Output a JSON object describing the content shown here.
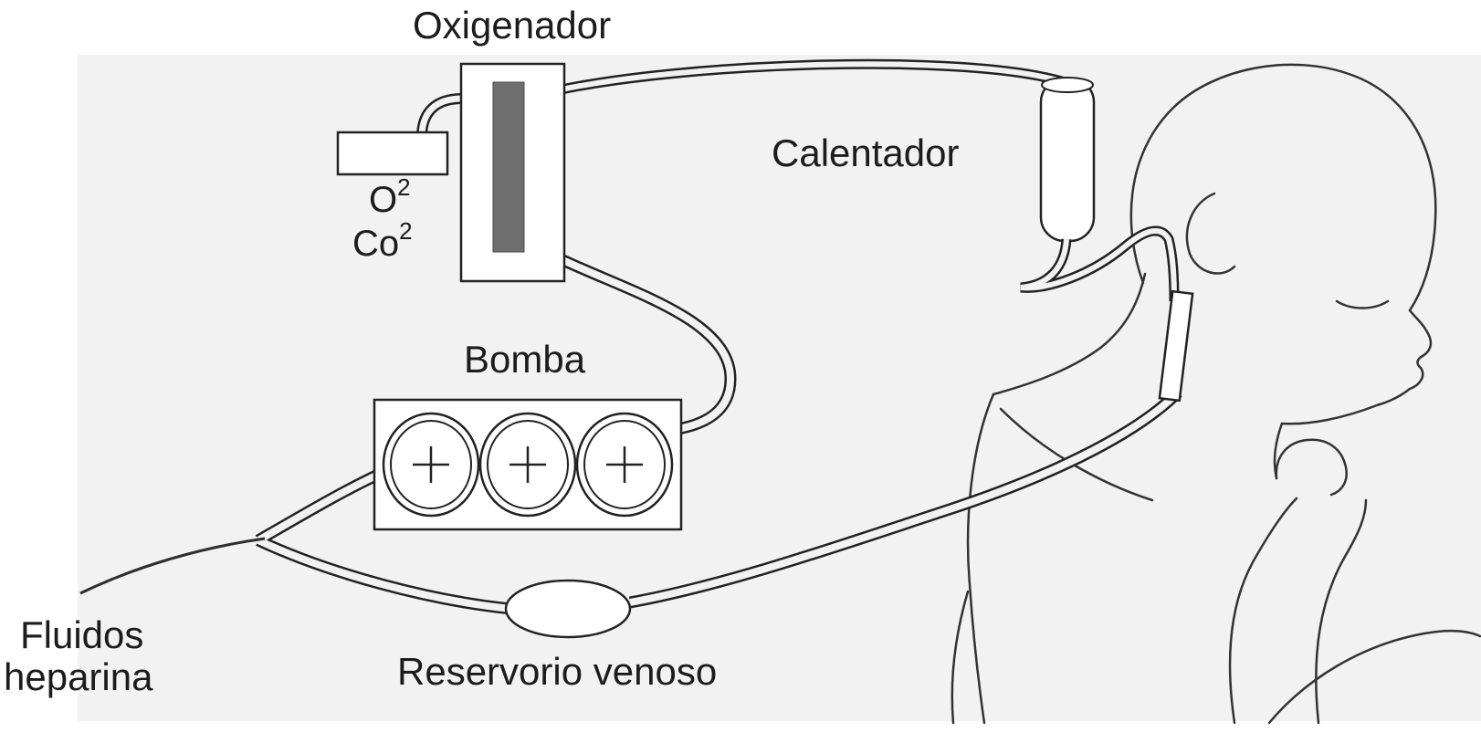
{
  "diagram": {
    "labels": {
      "oxygenator": "Oxigenador",
      "heater": "Calentador",
      "gas_o2_base": "O",
      "gas_o2_sup": "2",
      "gas_co2_base": "Co",
      "gas_co2_sup": "2",
      "pump": "Bomba",
      "fluids_line1": "Fluidos",
      "fluids_line2": "heparina",
      "venous_reservoir": "Reservorio venoso"
    },
    "colors": {
      "background": "#f2f2f2",
      "line": "#2e2e2e",
      "membrane": "#6e6e6e",
      "component_fill": "#ffffff"
    }
  }
}
